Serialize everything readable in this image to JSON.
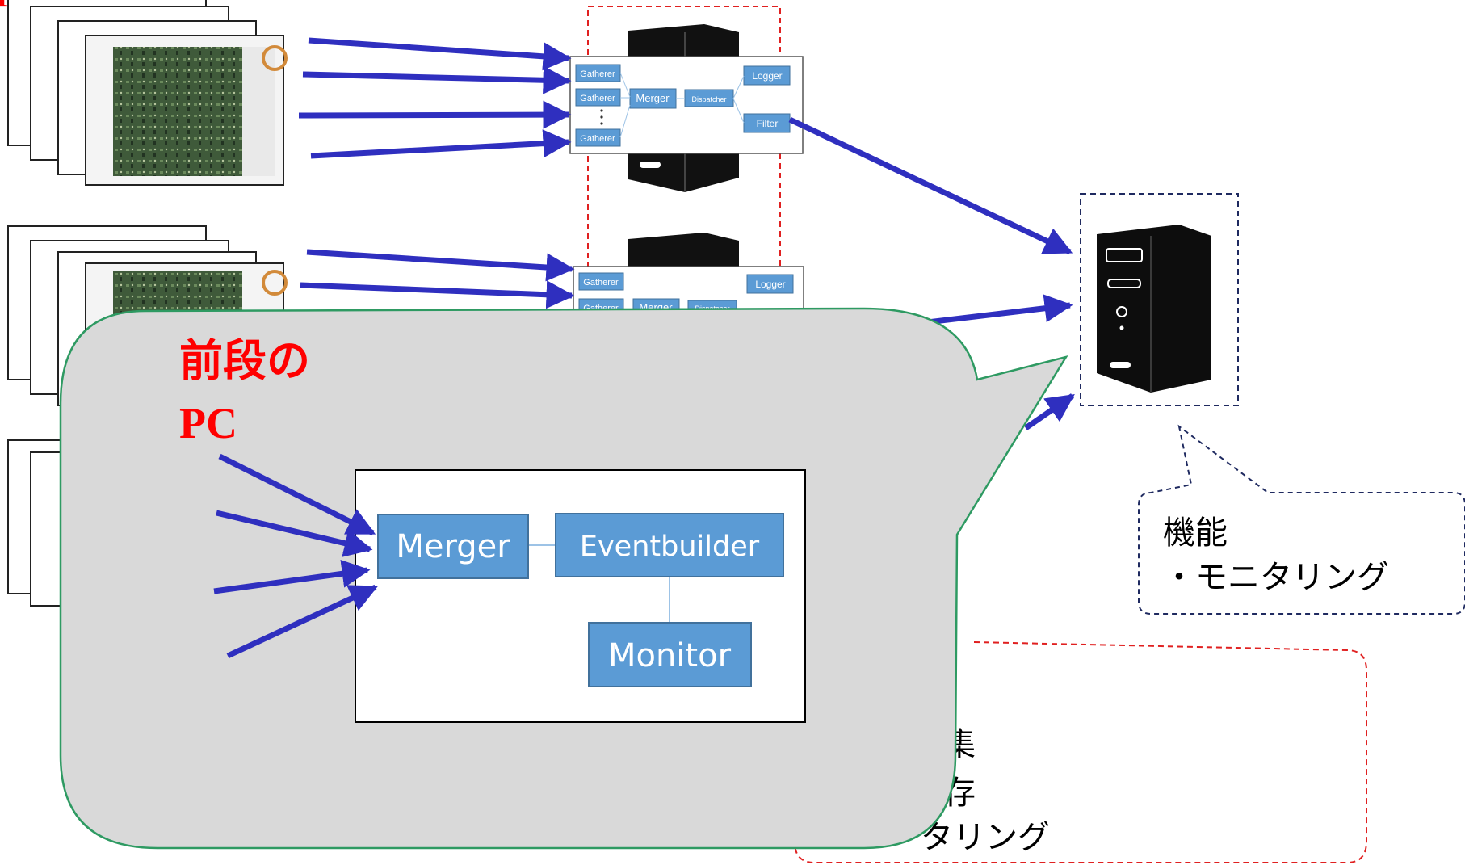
{
  "colors": {
    "arrow": "#2f2fbf",
    "box_fill": "#5b9bd5",
    "box_stroke": "#41719c",
    "red_dash": "#e02020",
    "navy_dash": "#1f2a60",
    "callout_fill": "#d9d9d9",
    "callout_stroke": "#2e9a62",
    "red_text": "#ff0000"
  },
  "top_left_label": "PC",
  "pipeline_diagram": {
    "gatherers": [
      "Gatherer",
      "Gatherer",
      "Gatherer"
    ],
    "merger": "Merger",
    "dispatcher": "Dispatcher",
    "logger": "Logger",
    "filter": "Filter"
  },
  "pipeline_diagram_2": {
    "gatherers": [
      "Gatherer",
      "Gatherer"
    ],
    "merger": "Merger",
    "dispatcher": "Dispatcher",
    "logger": "Logger"
  },
  "callout": {
    "title_line1": "前段の",
    "title_line2": "PC",
    "merger": "Merger",
    "eventbuilder": "Eventbuilder",
    "monitor": "Monitor"
  },
  "backend_functions": {
    "title": "機能",
    "item1": "・モニタリング"
  },
  "frontend_functions_visible": {
    "line1": "集",
    "line2": "存",
    "line3": "タリング"
  }
}
